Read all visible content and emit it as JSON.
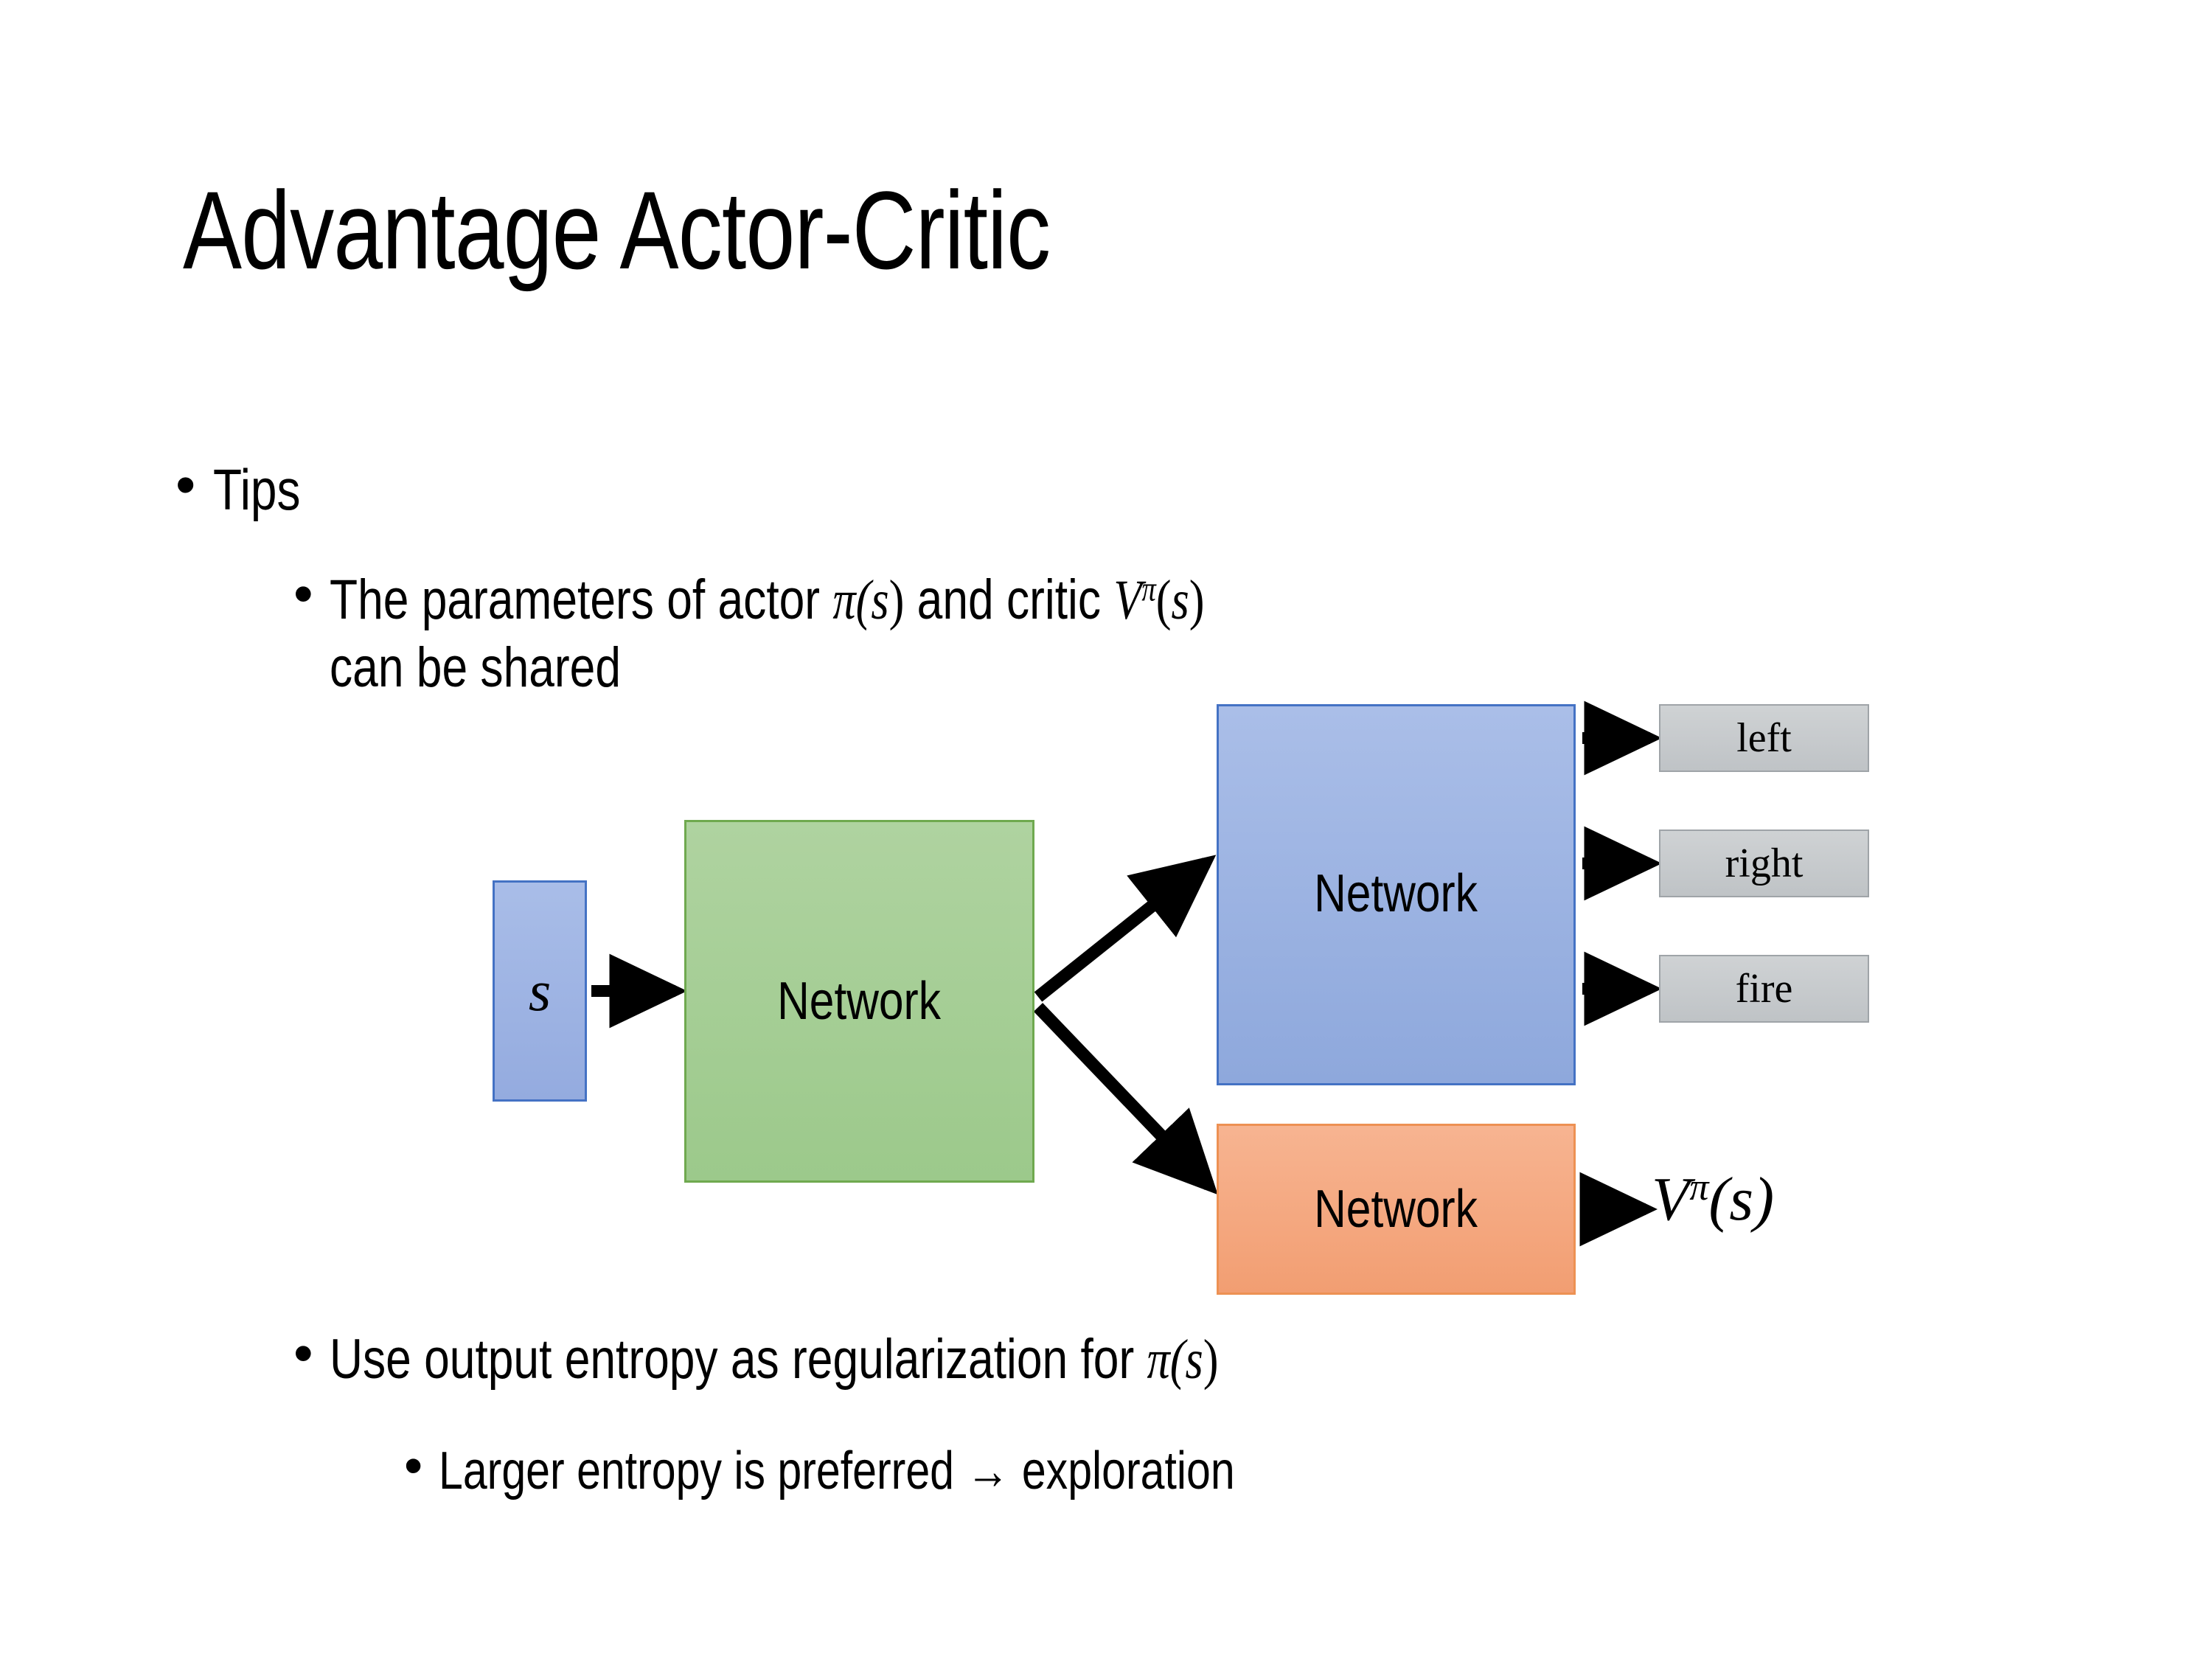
{
  "slide": {
    "title": "Advantage Actor-Critic",
    "background_color": "#FFFFFF"
  },
  "bullets": {
    "tips": {
      "marker": "•",
      "text": "Tips"
    },
    "params": {
      "marker": "•",
      "line1_a": "The parameters of actor ",
      "math_pi_open": "π(",
      "math_pi_arg": "s",
      "math_pi_close": ")",
      "line1_b": "  and critic ",
      "math_v": "V",
      "math_v_sup": "π",
      "math_v_open": "(",
      "math_v_arg": "s",
      "math_v_close": ")",
      "line2": "can be shared"
    },
    "entropy": {
      "marker": "•",
      "text_a": "Use output entropy as regularization for ",
      "math_pi_open": "π(",
      "math_pi_arg": "s",
      "math_pi_close": ")"
    },
    "larger": {
      "marker": "•",
      "text": "Larger entropy is preferred → exploration"
    }
  },
  "diagram": {
    "input_node": {
      "label": "s",
      "fill": "#9CB2E0",
      "border": "#4472C4"
    },
    "shared_node": {
      "label": "Network",
      "fill": "#A6CE95",
      "border": "#6FA94F"
    },
    "actor_node": {
      "label": "Network",
      "fill": "#9CB2E2",
      "border": "#4472C4"
    },
    "critic_node": {
      "label": "Network",
      "fill": "#F4A87F",
      "border": "#ED9153"
    },
    "action_outputs": [
      {
        "label": "left",
        "fill": "#C7CBCE"
      },
      {
        "label": "right",
        "fill": "#C7CBCE"
      },
      {
        "label": "fire",
        "fill": "#C7CBCE"
      }
    ],
    "value_output": {
      "base": "V",
      "superscript": "π",
      "open": "(",
      "arg": "s",
      "close": ")"
    },
    "arrow_color": "#000000"
  }
}
